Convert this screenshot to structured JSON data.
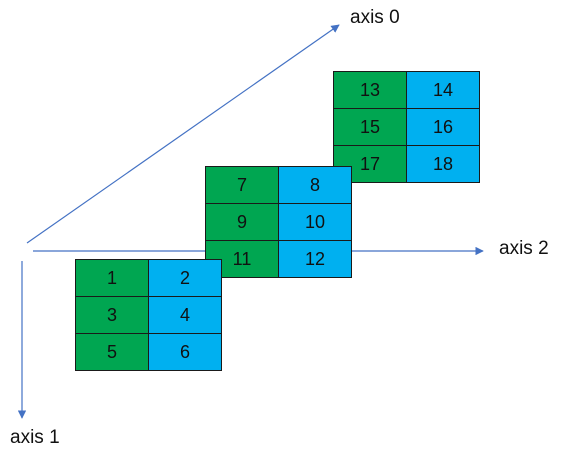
{
  "colors": {
    "green": "#00a651",
    "blue": "#00b0f0",
    "axis": "#4472c4"
  },
  "axes": {
    "axis0": "axis 0",
    "axis1": "axis 1",
    "axis2": "axis 2"
  },
  "slices": [
    {
      "cells": [
        [
          "13",
          "14"
        ],
        [
          "15",
          "16"
        ],
        [
          "17",
          "18"
        ]
      ]
    },
    {
      "cells": [
        [
          "7",
          "8"
        ],
        [
          "9",
          "10"
        ],
        [
          "11",
          "12"
        ]
      ]
    },
    {
      "cells": [
        [
          "1",
          "2"
        ],
        [
          "3",
          "4"
        ],
        [
          "5",
          "6"
        ]
      ]
    }
  ]
}
